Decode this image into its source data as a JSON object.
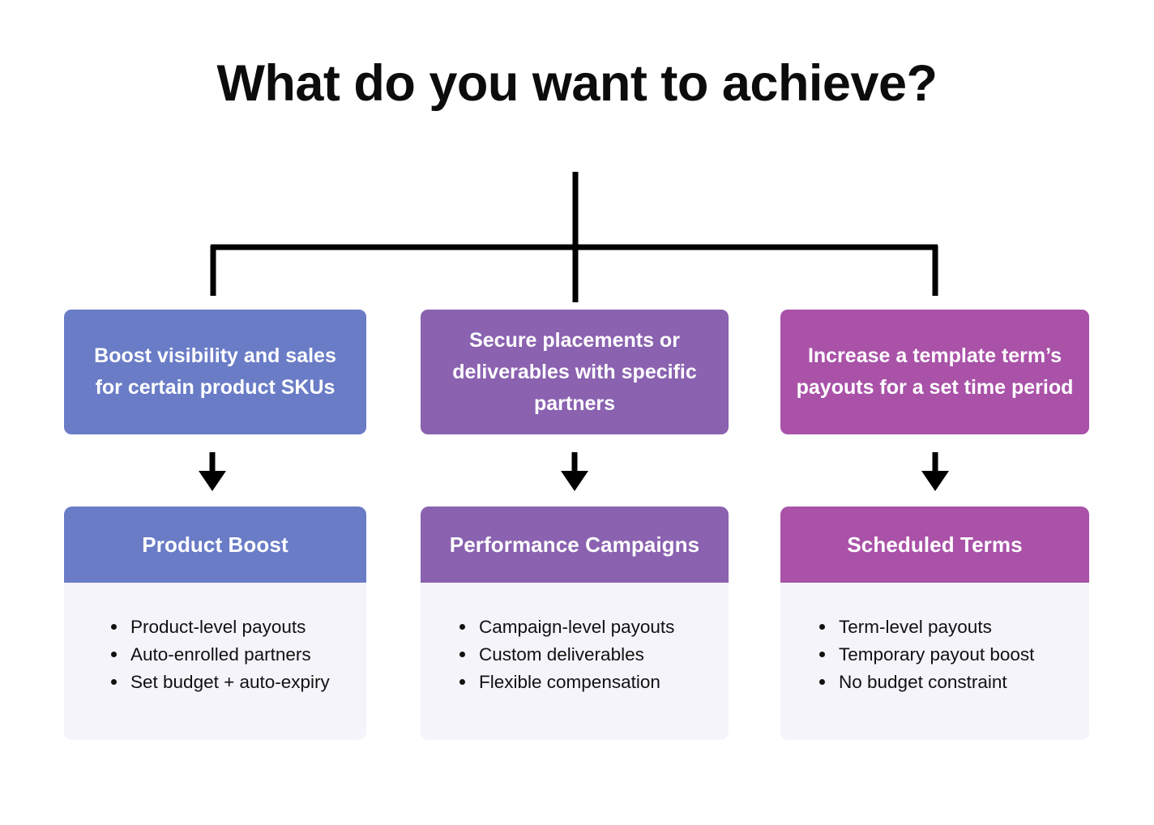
{
  "page": {
    "title": "What do you want to achieve?",
    "background_color": "#ffffff",
    "text_color": "#111111"
  },
  "connector": {
    "type": "tree-branch",
    "line_color": "#000000",
    "line_width": 6,
    "arrow_icons": [
      "arrow-down-icon",
      "arrow-down-icon",
      "arrow-down-icon"
    ]
  },
  "branches": [
    {
      "id": "product-boost",
      "color": "#6a7cc6",
      "question": "Boost visibility and sales for certain product SKUs",
      "question_lines": [
        "Boost visibility and",
        "sales for certain",
        "product SKUs"
      ],
      "card_title": "Product Boost",
      "features": [
        "Product-level payouts",
        "Auto-enrolled partners",
        "Set budget + auto-expiry"
      ]
    },
    {
      "id": "performance-campaigns",
      "color": "#8a62b0",
      "question": "Secure placements or deliverables with specific partners",
      "question_lines": [
        "Secure placements or",
        "deliverables with",
        "specific partners"
      ],
      "card_title": "Performance Campaigns",
      "features": [
        "Campaign-level payouts",
        "Custom deliverables",
        "Flexible compensation"
      ]
    },
    {
      "id": "scheduled-terms",
      "color": "#a952a8",
      "question": "Increase a template term’s payouts for a set time period",
      "question_lines": [
        "Increase a template",
        "term’s payouts for a",
        "set time period"
      ],
      "card_title": "Scheduled Terms",
      "features": [
        "Term-level payouts",
        "Temporary payout boost",
        "No budget constraint"
      ]
    }
  ],
  "card_body_color": "#f5f4fb"
}
